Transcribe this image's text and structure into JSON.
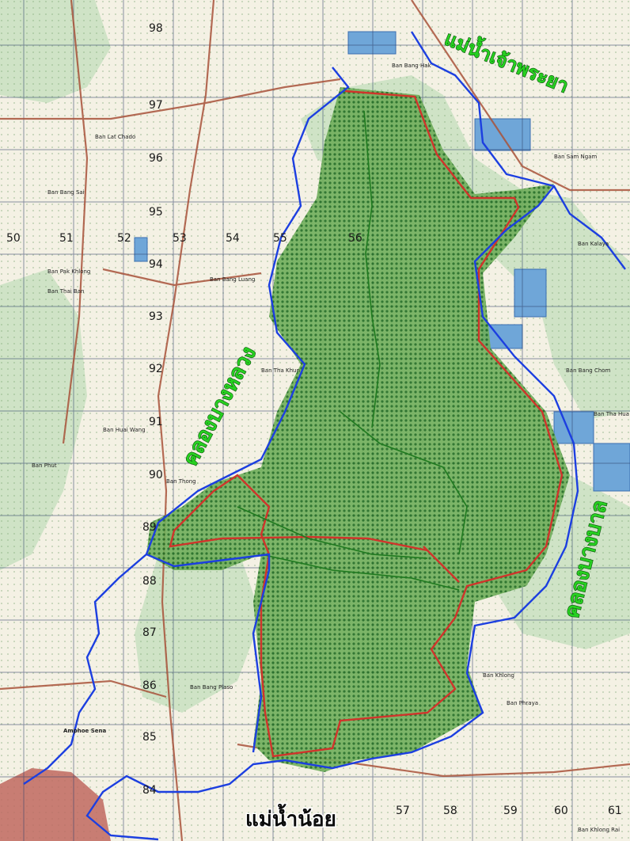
{
  "map": {
    "easting_labels": [
      "50",
      "51",
      "52",
      "53",
      "54",
      "55",
      "56",
      "57",
      "58",
      "59",
      "60",
      "61"
    ],
    "northing_labels": [
      "98",
      "97",
      "96",
      "95",
      "94",
      "93",
      "92",
      "91",
      "90",
      "89",
      "88",
      "87",
      "86",
      "85",
      "84"
    ],
    "river_labels": {
      "chao_phraya": "แม่น้ำเจ้าพระยา",
      "khlong_bang_luang": "คลองบางหลวง",
      "khlong_bang_ban": "คลองบางบาล",
      "mae_nam_noi": "แม่น้ำน้อย"
    },
    "place_labels": [
      "Ban Bang Hak",
      "Ban Lat Chado",
      "Ban Bang Sai",
      "Ban Sam Ngam",
      "Ban Tha Khun",
      "Ban Bang Luang",
      "Ban Pak Khlong",
      "Ban Thai Ban",
      "Ban Huai Wang",
      "Ban Phut",
      "Ban Thong",
      "Ban Khlong",
      "Amphoe Sena",
      "Ban Bang Plaso",
      "Ban Phraya",
      "Ban Bang Chom",
      "Ban Kalaya",
      "Ban Tha Hua",
      "Ban Khlong Rai"
    ],
    "colors": {
      "paper": "#f4f1e4",
      "woodland": "#c9dec0",
      "grid": "#2f3f6b",
      "river": "#1c3fe0",
      "boundary": "#d0342b",
      "wetland": "#3a8f2e",
      "road": "#a8523a",
      "urban": "#c0685f"
    }
  }
}
